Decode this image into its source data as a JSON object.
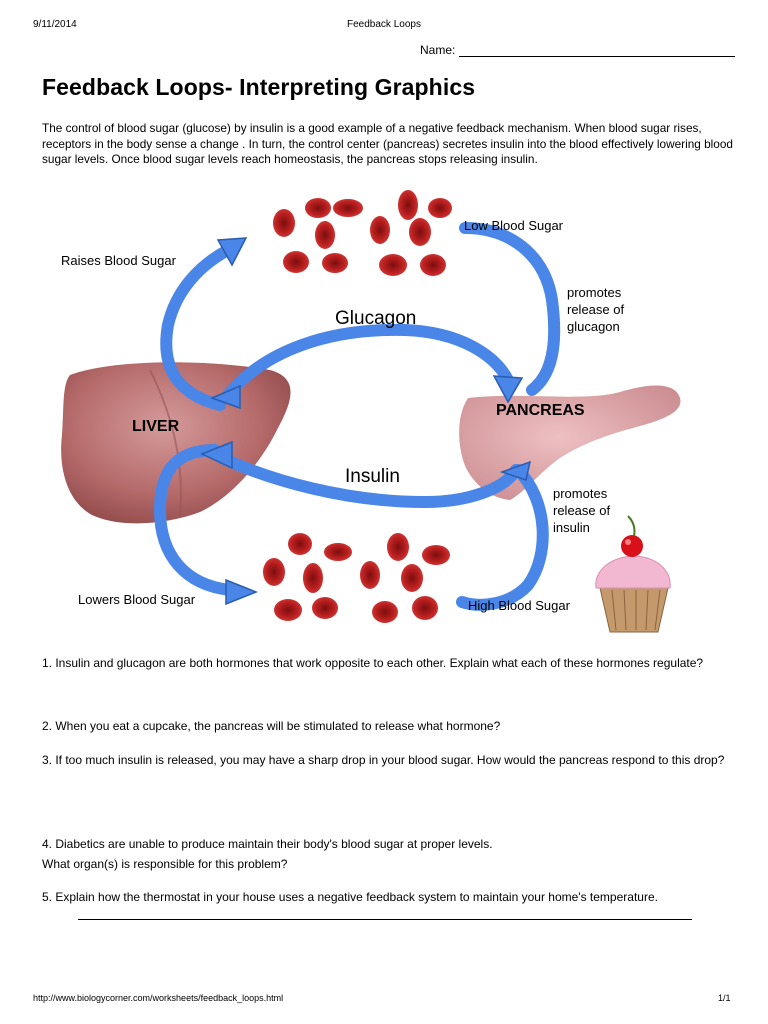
{
  "header": {
    "date": "9/11/2014",
    "title": "Feedback Loops",
    "name_label": "Name:"
  },
  "worksheet": {
    "title": "Feedback Loops- Interpreting Graphics",
    "intro": "The control of blood sugar (glucose) by insulin is a good example of a negative feedback mechanism. When blood sugar rises, receptors in the body sense a change . In turn, the control center (pancreas) secretes insulin into the blood effectively lowering blood sugar levels. Once blood sugar levels reach homeostasis, the pancreas stops releasing insulin."
  },
  "diagram": {
    "raises": "Raises Blood Sugar",
    "low": "Low Blood Sugar",
    "glucagon": "Glucagon",
    "promotes_glucagon": "promotes\nrelease of\nglucagon",
    "liver": "LIVER",
    "pancreas": "PANCREAS",
    "insulin": "Insulin",
    "promotes_insulin": "promotes\nrelease of\ninsulin",
    "lowers": "Lowers Blood Sugar",
    "high": "High Blood Sugar",
    "colors": {
      "arrow": "#4a86e8",
      "liver": "#b56a6a",
      "pancreas": "#d9a0a3",
      "cell": "#b81e1e"
    }
  },
  "questions": [
    "1. Insulin and glucagon are both hormones that work opposite to each other. Explain what each of these hormones regulate?",
    "2. When you eat a cupcake, the pancreas will be stimulated to release what hormone?",
    "3. If too much insulin is released, you may have a sharp drop in your blood sugar. How would the pancreas respond to this drop?",
    "4. Diabetics are unable to produce maintain their body's blood sugar at proper levels.\nWhat organ(s) is responsible for this problem?",
    "5. Explain how the thermostat in your house uses a negative feedback system to maintain your home's temperature."
  ],
  "footer": {
    "url": "http://www.biologycorner.com/worksheets/feedback_loops.html",
    "page": "1/1"
  }
}
